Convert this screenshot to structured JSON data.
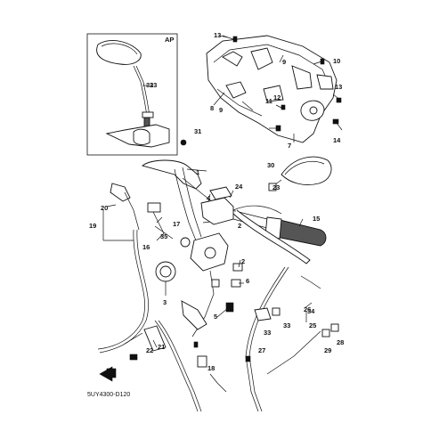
{
  "inset_tag": "AP",
  "diagram_code": "5UY4300-D120",
  "callouts": [
    "1",
    "2",
    "2",
    "3",
    "4",
    "5",
    "6",
    "7",
    "8",
    "9",
    "9",
    "10",
    "11",
    "12",
    "13",
    "13",
    "14",
    "15",
    "16",
    "17",
    "18",
    "19",
    "20",
    "21",
    "22",
    "23",
    "24",
    "25",
    "26",
    "27",
    "28",
    "29",
    "30",
    "31",
    "32",
    "33",
    "33",
    "34",
    "35"
  ],
  "icon": "front-arrow-icon"
}
